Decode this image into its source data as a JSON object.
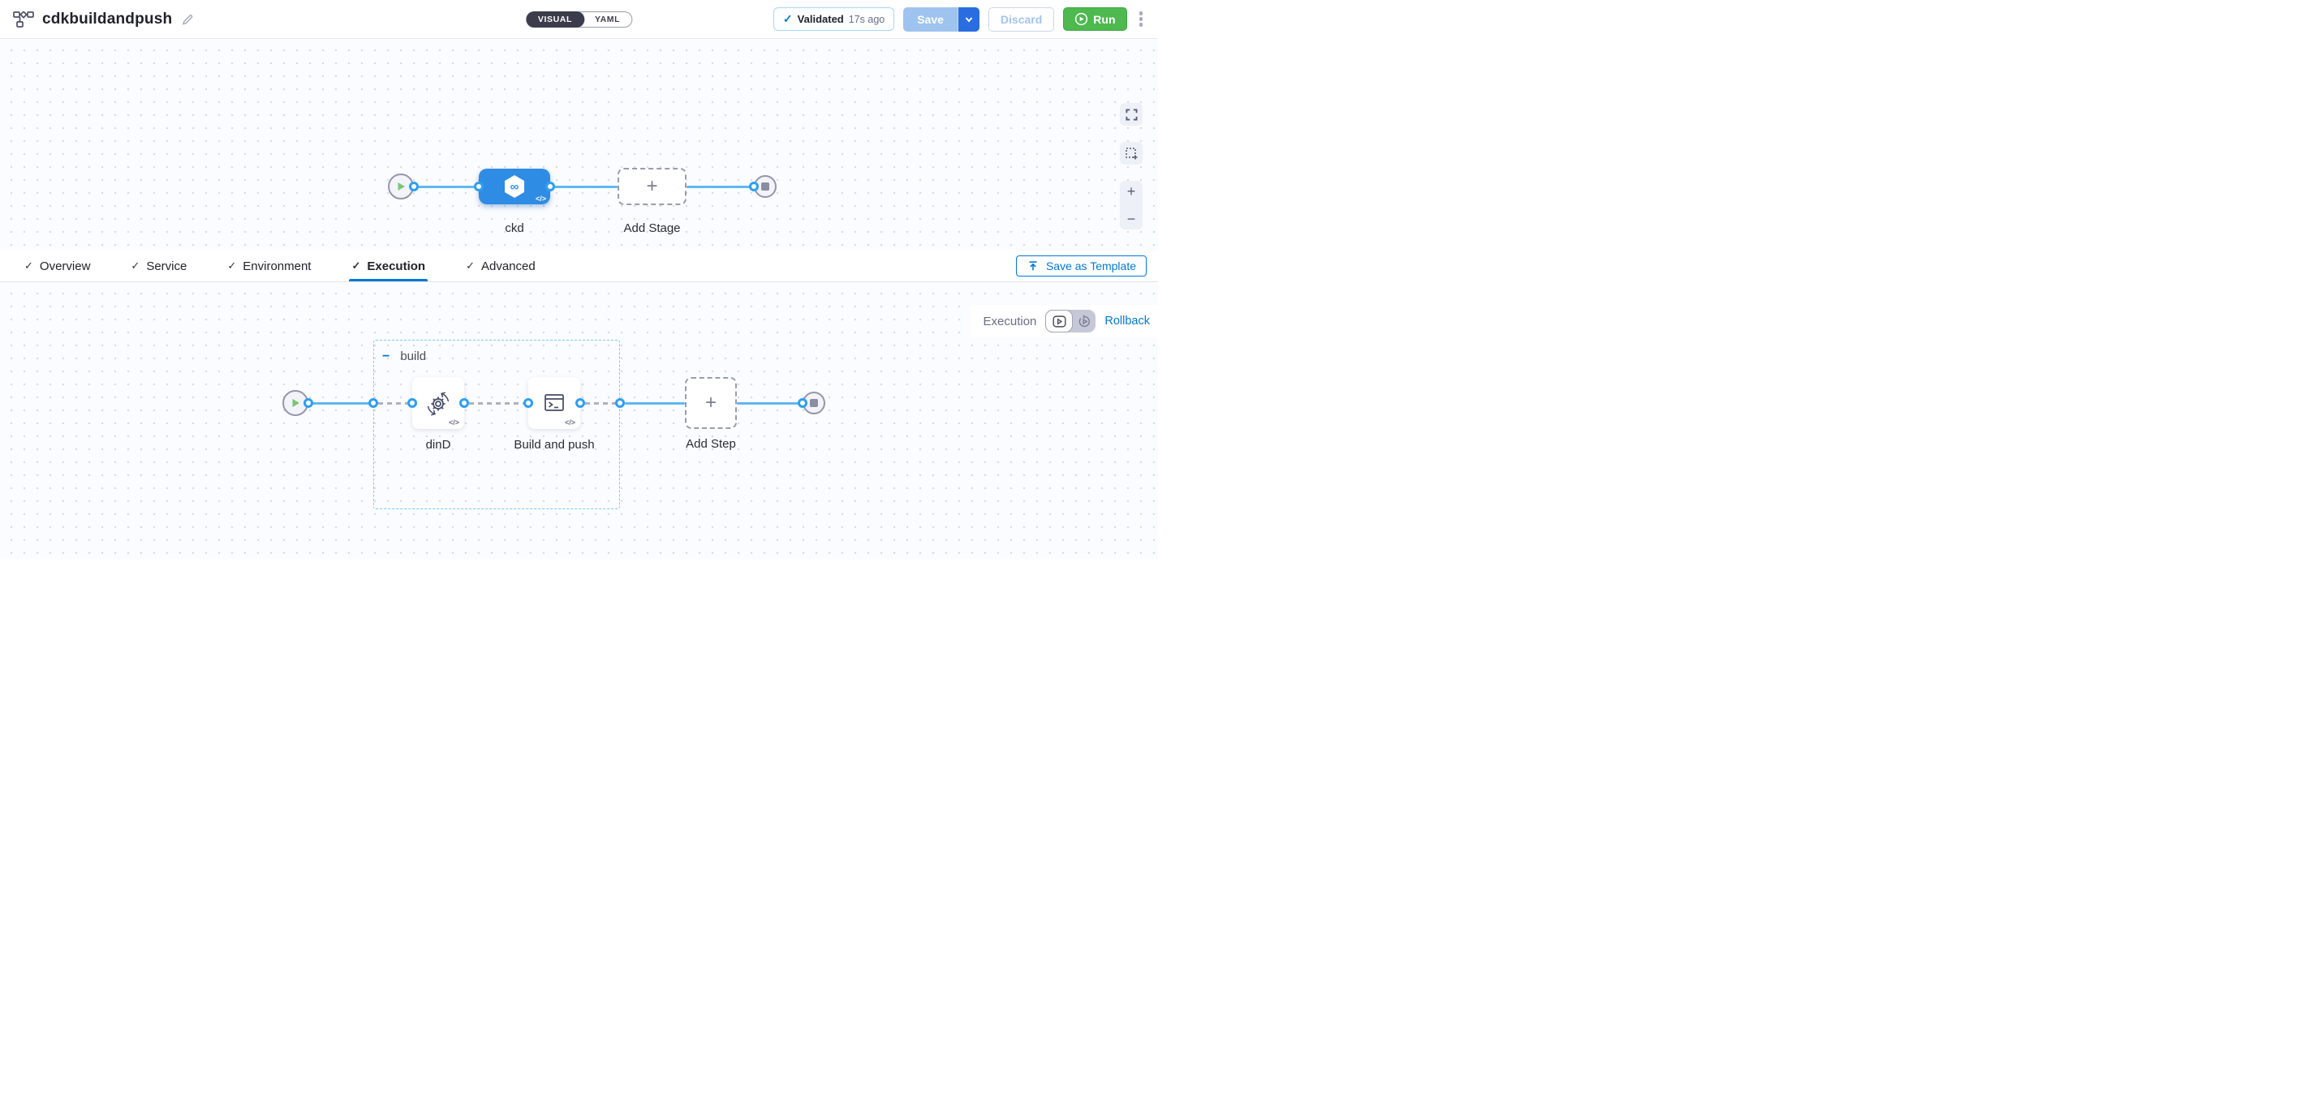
{
  "glyphs": {
    "check": "✓",
    "plus": "+",
    "minus": "−",
    "code": "</>",
    "infinity": "∞"
  },
  "header": {
    "title": "cdkbuildandpush",
    "mode_toggle": {
      "visual": "VISUAL",
      "yaml": "YAML",
      "selected": "VISUAL"
    },
    "validated": {
      "label": "Validated",
      "time": "17s ago"
    },
    "save_label": "Save",
    "discard_label": "Discard",
    "run_label": "Run"
  },
  "tabs": {
    "items": [
      {
        "label": "Overview",
        "checked": true
      },
      {
        "label": "Service",
        "checked": true
      },
      {
        "label": "Environment",
        "checked": true
      },
      {
        "label": "Execution",
        "checked": true
      },
      {
        "label": "Advanced",
        "checked": true
      }
    ],
    "active": "Execution",
    "save_as_template": "Save as Template"
  },
  "stage_canvas": {
    "stage": {
      "label": "ckd"
    },
    "add_stage_label": "Add Stage"
  },
  "execution_canvas": {
    "mode_label": "Execution",
    "rollback_label": "Rollback",
    "group": {
      "label": "build",
      "collapsed": false
    },
    "steps": [
      {
        "label": "dinD"
      },
      {
        "label": "Build and push"
      }
    ],
    "add_step_label": "Add Step"
  },
  "colors": {
    "accent_blue": "#0278d5",
    "stage_node_blue": "#2e8ce4",
    "connector_blue": "#5fb7f2",
    "port_ring_blue": "#2d9ff2",
    "run_green": "#4db94f",
    "save_disabled_blue": "#9fc3ef",
    "save_caret_blue": "#2a6de0",
    "group_border_blue": "#7cc8f3",
    "dashed_connector_gray": "#aeb0c2"
  }
}
